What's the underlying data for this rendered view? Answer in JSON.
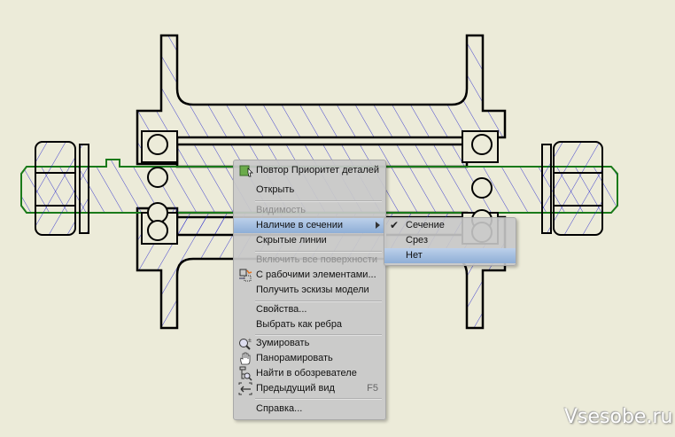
{
  "context_menu": {
    "items": [
      {
        "label": "Повтор Приоритет деталей",
        "icon": "part-priority-icon",
        "enabled": true
      },
      {
        "label": "Открыть",
        "enabled": true
      },
      {
        "label": "Видимость",
        "enabled": false
      },
      {
        "label": "Наличие в сечении",
        "enabled": true,
        "highlighted": true,
        "has_submenu": true
      },
      {
        "label": "Скрытые линии",
        "enabled": true
      },
      {
        "label": "Включить все поверхности",
        "enabled": false
      },
      {
        "label": "С рабочими элементами...",
        "icon": "work-features-icon",
        "enabled": true
      },
      {
        "label": "Получить эскизы модели",
        "enabled": true
      },
      {
        "label": "Свойства...",
        "enabled": true
      },
      {
        "label": "Выбрать как ребра",
        "enabled": true
      },
      {
        "label": "Зумировать",
        "icon": "zoom-icon",
        "enabled": true
      },
      {
        "label": "Панорамировать",
        "icon": "pan-hand-icon",
        "enabled": true
      },
      {
        "label": "Найти в обозревателе",
        "icon": "find-in-browser-icon",
        "enabled": true
      },
      {
        "label": "Предыдущий вид",
        "icon": "previous-view-icon",
        "shortcut": "F5",
        "enabled": true
      },
      {
        "label": "Справка...",
        "enabled": true
      }
    ]
  },
  "submenu": {
    "items": [
      {
        "label": "Сечение",
        "checked": true
      },
      {
        "label": "Срез",
        "checked": false
      },
      {
        "label": "Нет",
        "checked": false,
        "highlighted": true
      }
    ]
  },
  "watermark": "Vsesobe.ru",
  "colors": {
    "background": "#ecebd9",
    "hatch": "#1a1acc",
    "axle": "#1a7a1a",
    "highlight": "#9db8dd"
  }
}
